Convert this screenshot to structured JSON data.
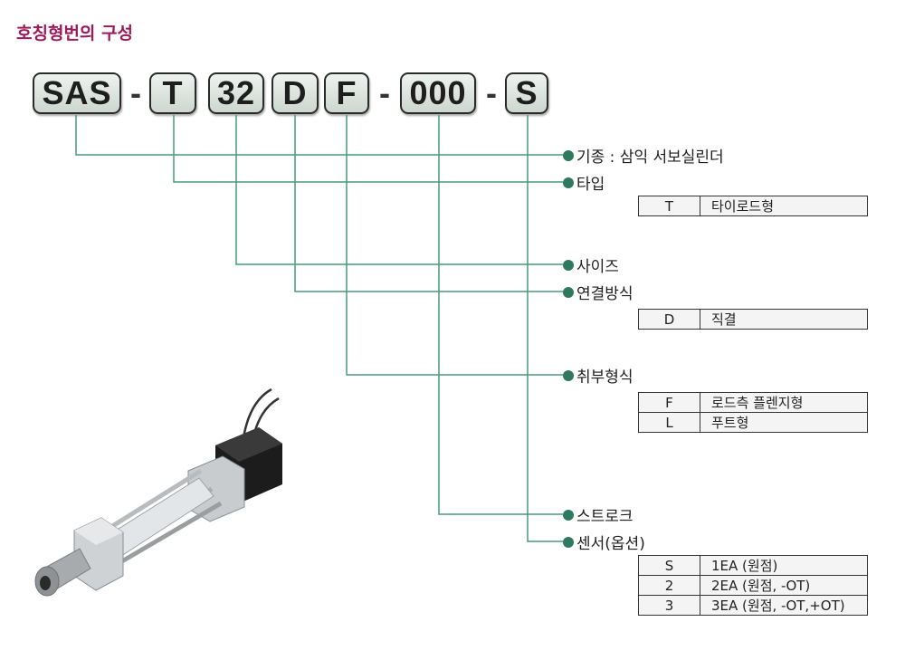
{
  "title": "호칭형번의 구성",
  "code_boxes": [
    "SAS",
    "T",
    "32",
    "D",
    "F",
    "000",
    "S"
  ],
  "separator": "-",
  "fields": [
    {
      "label": "기종 : 삼익 서보실린더",
      "options": []
    },
    {
      "label": "타입",
      "options": [
        {
          "code": "T",
          "desc": "타이로드형"
        }
      ]
    },
    {
      "label": "사이즈",
      "options": []
    },
    {
      "label": "연결방식",
      "options": [
        {
          "code": "D",
          "desc": "직결"
        }
      ]
    },
    {
      "label": "취부형식",
      "options": [
        {
          "code": "F",
          "desc": "로드측 플렌지형"
        },
        {
          "code": "L",
          "desc": "푸트형"
        }
      ]
    },
    {
      "label": "스트로크",
      "options": []
    },
    {
      "label": "센서(옵션)",
      "options": [
        {
          "code": "S",
          "desc": "1EA (원점)"
        },
        {
          "code": "2",
          "desc": "2EA (원점, -OT)"
        },
        {
          "code": "3",
          "desc": "3EA (원점, -OT,+OT)"
        }
      ]
    }
  ],
  "colors": {
    "title": "#9b1b5a",
    "connector": "#4a9a7a",
    "dot": "#2f7a5e"
  },
  "product_image": "servo-cylinder-product-photo"
}
